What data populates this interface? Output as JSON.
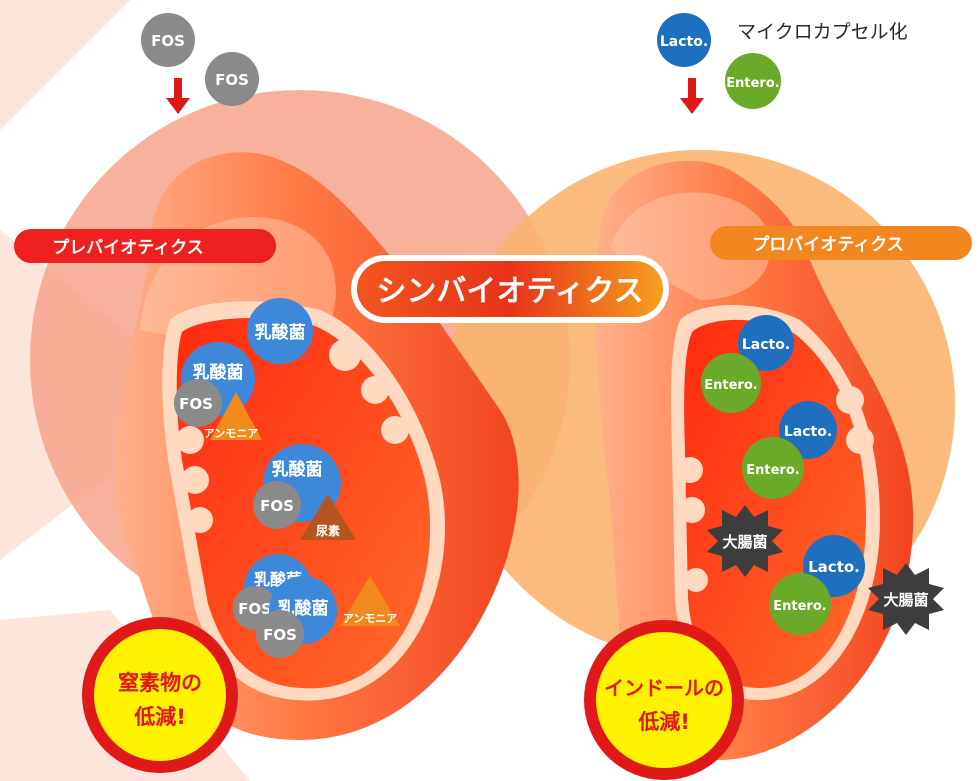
{
  "colors": {
    "fos": "#8a8a8a",
    "lacto": "#1f6fbf",
    "entero": "#6aaa28",
    "lactic": "#3d88d8",
    "ammonia": "#f08a1c",
    "urea": "#b3551d",
    "bacteria": "#3d3d3d",
    "prebiotic_pill": "#ee2020",
    "probiotic_pill": "#f2871f",
    "arrow": "#e01818",
    "warning_ring": "#e01818",
    "warning_fill": "#fff200"
  },
  "left": {
    "inputs": [
      "FOS",
      "FOS"
    ],
    "pill": "プレバイオティクス",
    "items": {
      "lactic": "乳酸菌",
      "fos": "FOS",
      "ammonia": "アンモニア",
      "urea": "尿素"
    },
    "result_line1": "窒素物の",
    "result_line2": "低減!"
  },
  "center": {
    "title": "シンバイオティクス"
  },
  "right": {
    "input_lacto": "Lacto.",
    "input_entero": "Entero.",
    "microcapsule": "マイクロカプセル化",
    "pill": "プロバイオティクス",
    "items": {
      "lacto": "Lacto.",
      "entero": "Entero.",
      "bacteria": "大腸菌"
    },
    "result_line1": "インドールの",
    "result_line2": "低減!"
  }
}
